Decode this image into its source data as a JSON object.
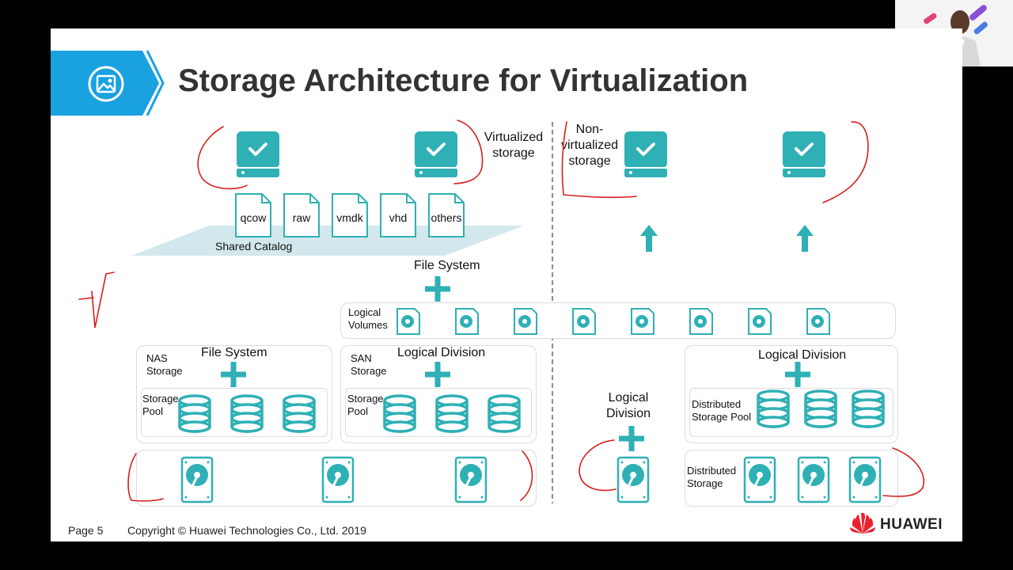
{
  "slide": {
    "title": "Storage Architecture for Virtualization",
    "virtualized_label": "Virtualized\nstorage",
    "non_virtualized_label": "Non-\nvirtualized\nstorage",
    "file_formats": [
      "qcow",
      "raw",
      "vmdk",
      "vhd",
      "others"
    ],
    "shared_catalog": "Shared Catalog",
    "file_system_top": "File System",
    "logical_volumes": "Logical\nVolumes",
    "nas_storage": "NAS\nStorage",
    "nas_file_system": "File System",
    "nas_storage_pool": "Storage\nPool",
    "san_storage": "SAN\nStorage",
    "san_logical_division": "Logical Division",
    "san_storage_pool": "Storage\nPool",
    "middle_logical_division": "Logical\nDivision",
    "right_logical_division": "Logical Division",
    "distributed_storage_pool": "Distributed\nStorage Pool",
    "distributed_storage": "Distributed\nStorage",
    "footer_page": "Page 5",
    "footer_copyright": "Copyright © Huawei Technologies Co., Ltd. 2019",
    "brand": "HUAWEI"
  },
  "colors": {
    "teal": "#2eb0b5",
    "banner_blue": "#1aa1e0",
    "annotation_red": "#d81e1e",
    "title_gray": "#333333",
    "huawei_red": "#e8212f"
  },
  "icons": {
    "banner": "image-icon",
    "server": "server-check-icon",
    "file": "file-icon",
    "volume": "volume-disk-icon",
    "database": "database-icon",
    "hard_drive": "hard-drive-icon",
    "plus": "plus-icon",
    "arrow": "arrow-up-icon"
  }
}
